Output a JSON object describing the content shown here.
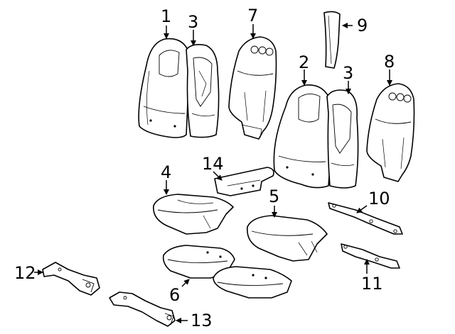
{
  "diagram": {
    "callouts": [
      {
        "id": "c1",
        "text": "1"
      },
      {
        "id": "c2",
        "text": "2"
      },
      {
        "id": "c3a",
        "text": "3"
      },
      {
        "id": "c3b",
        "text": "3"
      },
      {
        "id": "c4",
        "text": "4"
      },
      {
        "id": "c5",
        "text": "5"
      },
      {
        "id": "c6",
        "text": "6"
      },
      {
        "id": "c7",
        "text": "7"
      },
      {
        "id": "c8",
        "text": "8"
      },
      {
        "id": "c9",
        "text": "9"
      },
      {
        "id": "c10",
        "text": "10"
      },
      {
        "id": "c11",
        "text": "11"
      },
      {
        "id": "c12",
        "text": "12"
      },
      {
        "id": "c13",
        "text": "13"
      },
      {
        "id": "c14",
        "text": "14"
      }
    ]
  }
}
